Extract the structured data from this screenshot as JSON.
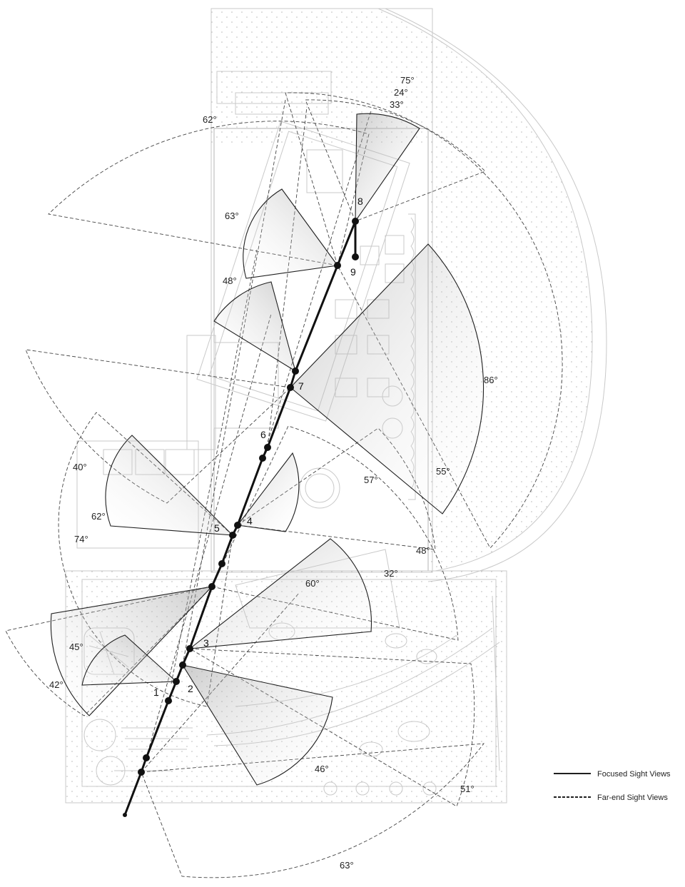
{
  "legend": {
    "focused_label": "Focused Sight Views",
    "far_label": "Far-end Sight Views"
  },
  "nodes": [
    {
      "id": "1",
      "label": "1"
    },
    {
      "id": "2",
      "label": "2"
    },
    {
      "id": "3",
      "label": "3"
    },
    {
      "id": "4",
      "label": "4"
    },
    {
      "id": "5",
      "label": "5"
    },
    {
      "id": "6",
      "label": "6"
    },
    {
      "id": "7",
      "label": "7"
    },
    {
      "id": "8",
      "label": "8"
    },
    {
      "id": "9",
      "label": "9"
    }
  ],
  "angles": {
    "a75": "75°",
    "a24": "24°",
    "a33": "33°",
    "a62top": "62°",
    "a63mid": "63°",
    "a48mid": "48°",
    "a86": "86°",
    "a40": "40°",
    "a57": "57°",
    "a55": "55°",
    "a62left": "62°",
    "a74": "74°",
    "a48right": "48°",
    "a32": "32°",
    "a60": "60°",
    "a45": "45°",
    "a42": "42°",
    "a46": "46°",
    "a51": "51°",
    "a63bottom": "63°"
  },
  "colors": {
    "focused_stroke": "#1f1f1f",
    "far_stroke": "#444444",
    "plan_stroke": "#c9c9c9"
  }
}
